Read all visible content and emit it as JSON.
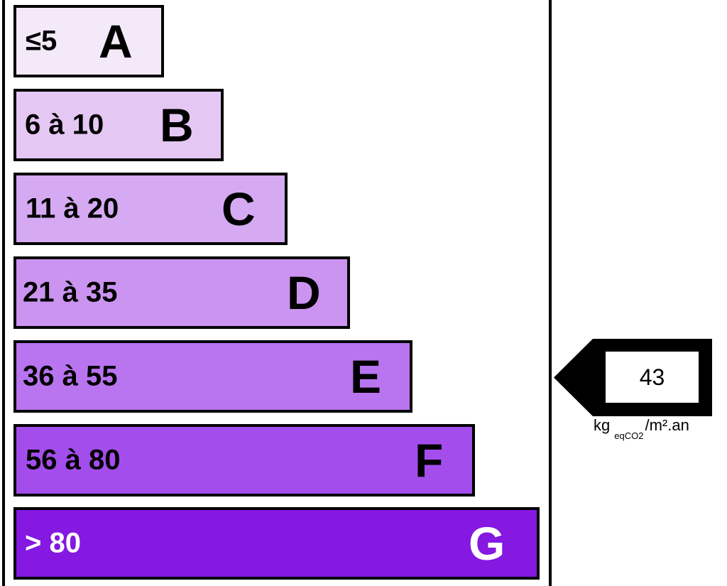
{
  "classes": [
    {
      "range": "≤5",
      "letter": "A",
      "fill": "#f3e9f9",
      "text_color": "#000000"
    },
    {
      "range": "6 à 10",
      "letter": "B",
      "fill": "#e4c7f3",
      "text_color": "#000000"
    },
    {
      "range": "11 à 20",
      "letter": "C",
      "fill": "#d5aaf2",
      "text_color": "#000000"
    },
    {
      "range": "21 à 35",
      "letter": "D",
      "fill": "#cb94f0",
      "text_color": "#000000"
    },
    {
      "range": "36 à 55",
      "letter": "E",
      "fill": "#b974f0",
      "text_color": "#000000"
    },
    {
      "range": "56 à 80",
      "letter": "F",
      "fill": "#a34eec",
      "text_color": "#000000"
    },
    {
      "range": "> 80",
      "letter": "G",
      "fill": "#8518e1",
      "text_color": "#ffffff"
    }
  ],
  "indicator": {
    "value": "43",
    "class": "E",
    "unit_prefix": "kg",
    "unit_sub": "eqCO2",
    "unit_suffix": "/m².an"
  }
}
